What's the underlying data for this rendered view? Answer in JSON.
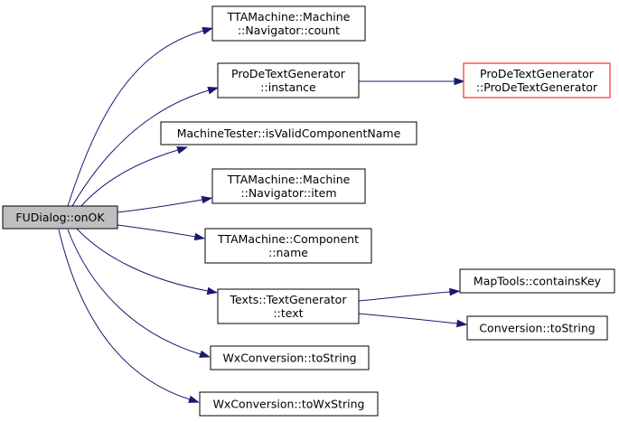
{
  "colors": {
    "edge": "#191970",
    "root_fill": "#bfbfbf",
    "node_border": "#000000",
    "missing_border": "#ff0000"
  },
  "nodes": [
    {
      "id": "fudialog_onok",
      "lines": [
        "FUDialog::onOK"
      ],
      "style": "root"
    },
    {
      "id": "navigator_count",
      "lines": [
        "TTAMachine::Machine",
        "::Navigator::count"
      ],
      "style": "normal"
    },
    {
      "id": "prode_instance",
      "lines": [
        "ProDeTextGenerator",
        "::instance"
      ],
      "style": "normal"
    },
    {
      "id": "prode_ctor",
      "lines": [
        "ProDeTextGenerator",
        "::ProDeTextGenerator"
      ],
      "style": "missing"
    },
    {
      "id": "machinetester_isvalid",
      "lines": [
        "MachineTester::isValidComponentName"
      ],
      "style": "normal"
    },
    {
      "id": "navigator_item",
      "lines": [
        "TTAMachine::Machine",
        "::Navigator::item"
      ],
      "style": "normal"
    },
    {
      "id": "component_name",
      "lines": [
        "TTAMachine::Component",
        "::name"
      ],
      "style": "normal"
    },
    {
      "id": "textgenerator_text",
      "lines": [
        "Texts::TextGenerator",
        "::text"
      ],
      "style": "normal"
    },
    {
      "id": "maptools_containskey",
      "lines": [
        "MapTools::containsKey"
      ],
      "style": "normal"
    },
    {
      "id": "conversion_tostring",
      "lines": [
        "Conversion::toString"
      ],
      "style": "normal"
    },
    {
      "id": "wxconversion_tostring",
      "lines": [
        "WxConversion::toString"
      ],
      "style": "normal"
    },
    {
      "id": "wxconversion_towxstring",
      "lines": [
        "WxConversion::toWxString"
      ],
      "style": "normal"
    }
  ],
  "edges": [
    {
      "from": "fudialog_onok",
      "to": "navigator_count"
    },
    {
      "from": "fudialog_onok",
      "to": "prode_instance"
    },
    {
      "from": "fudialog_onok",
      "to": "machinetester_isvalid"
    },
    {
      "from": "fudialog_onok",
      "to": "navigator_item"
    },
    {
      "from": "fudialog_onok",
      "to": "component_name"
    },
    {
      "from": "fudialog_onok",
      "to": "textgenerator_text"
    },
    {
      "from": "fudialog_onok",
      "to": "wxconversion_tostring"
    },
    {
      "from": "fudialog_onok",
      "to": "wxconversion_towxstring"
    },
    {
      "from": "prode_instance",
      "to": "prode_ctor"
    },
    {
      "from": "textgenerator_text",
      "to": "maptools_containskey"
    },
    {
      "from": "textgenerator_text",
      "to": "conversion_tostring"
    }
  ]
}
